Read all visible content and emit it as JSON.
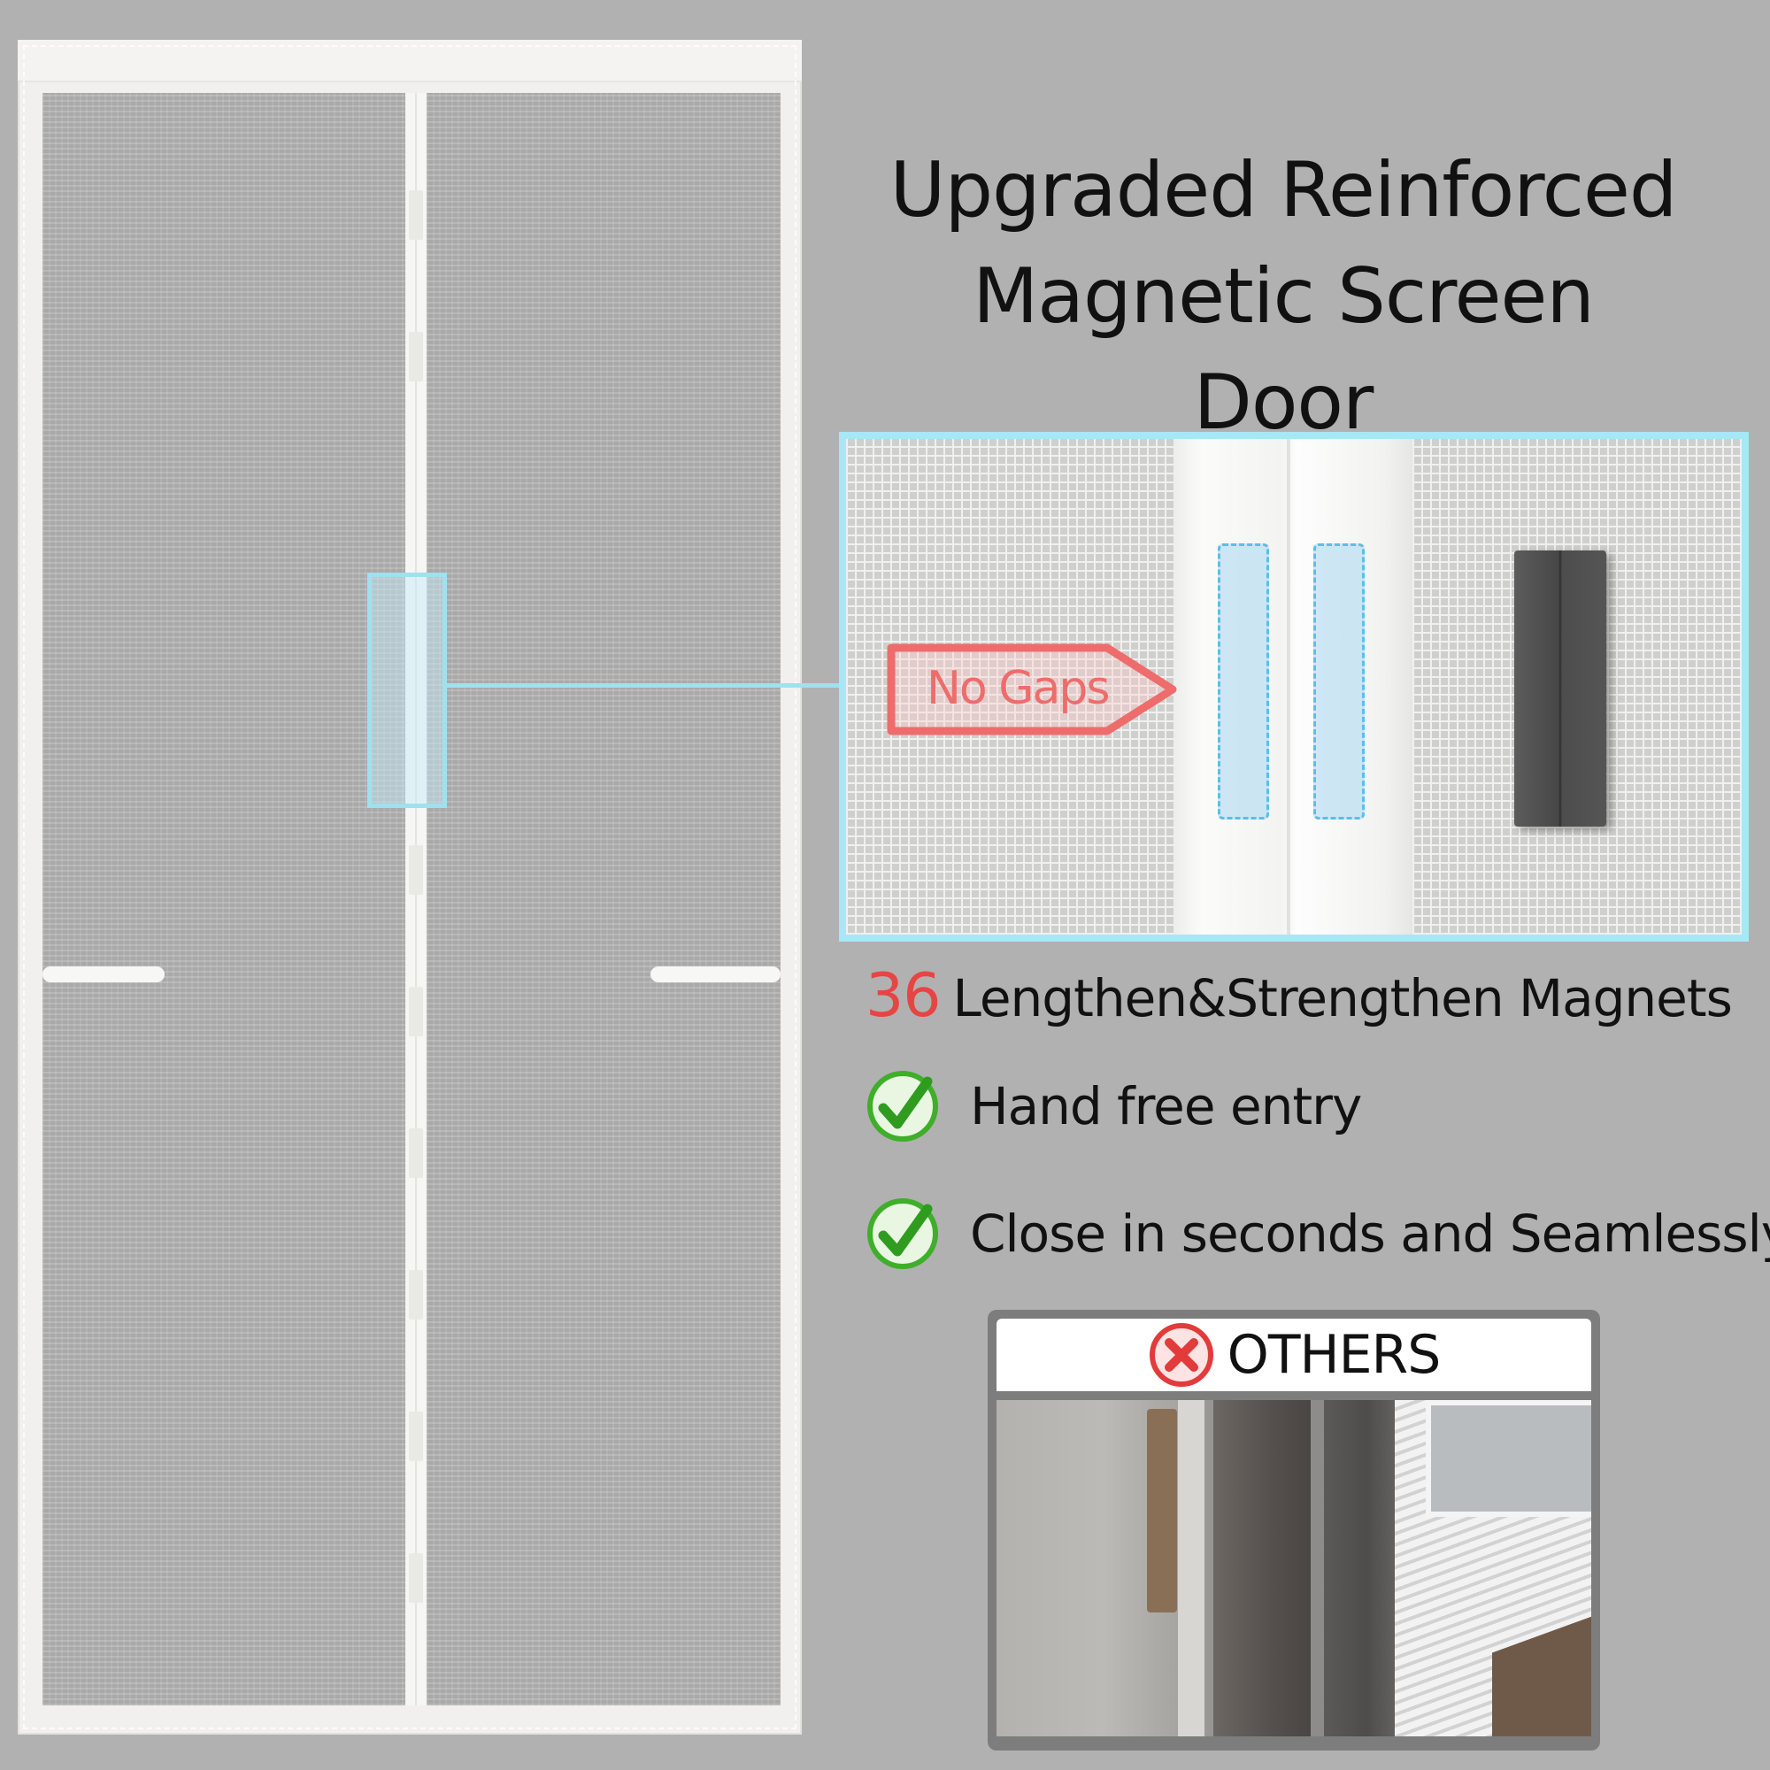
{
  "title": {
    "line1": "Upgraded Reinforced",
    "line2": "Magnetic Screen Door"
  },
  "zoom_detail": {
    "callout": "No Gaps",
    "callout_color": "#ee6c6c",
    "frame_color": "#a6e8f6"
  },
  "features": {
    "magnets_count": "36",
    "magnets_label": "Lengthen&Strengthen Magnets",
    "magnets_count_color": "#e64543",
    "items": [
      {
        "icon": "green-check-icon",
        "label": "Hand free entry"
      },
      {
        "icon": "green-check-icon",
        "label": "Close in seconds and Seamlessly"
      }
    ]
  },
  "others": {
    "icon": "red-x-icon",
    "label": "OTHERS"
  }
}
